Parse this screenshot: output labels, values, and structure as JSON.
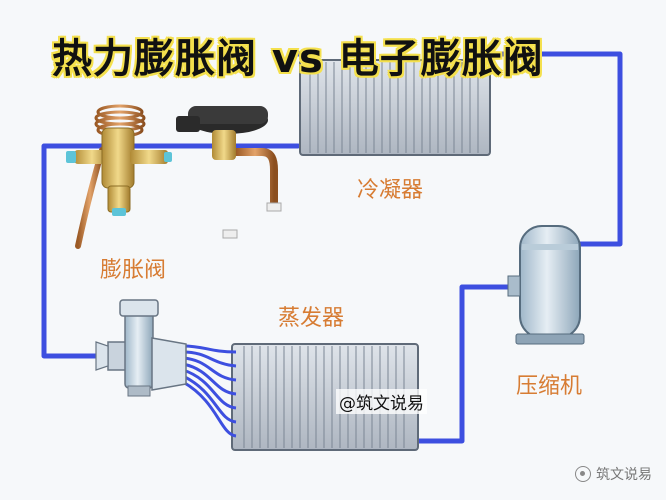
{
  "title": "热力膨胀阀 vs 电子膨胀阀",
  "labels": {
    "condenser": "冷凝器",
    "expansion_valve": "膨胀阀",
    "evaporator": "蒸发器",
    "compressor": "压缩机"
  },
  "watermarks": {
    "center": "@筑文说易",
    "corner": "筑文说易"
  },
  "colors": {
    "pipe": "#3d4fe0",
    "label": "#d77c33",
    "title_outline": "#f4e04d",
    "copper": "#c47a3a",
    "brass": "#d8b45a"
  },
  "icons": [
    "thermostatic-expansion-valve-icon",
    "electronic-expansion-valve-icon",
    "distributor-valve-icon",
    "compressor-icon",
    "condenser-coil-icon",
    "evaporator-coil-icon"
  ]
}
